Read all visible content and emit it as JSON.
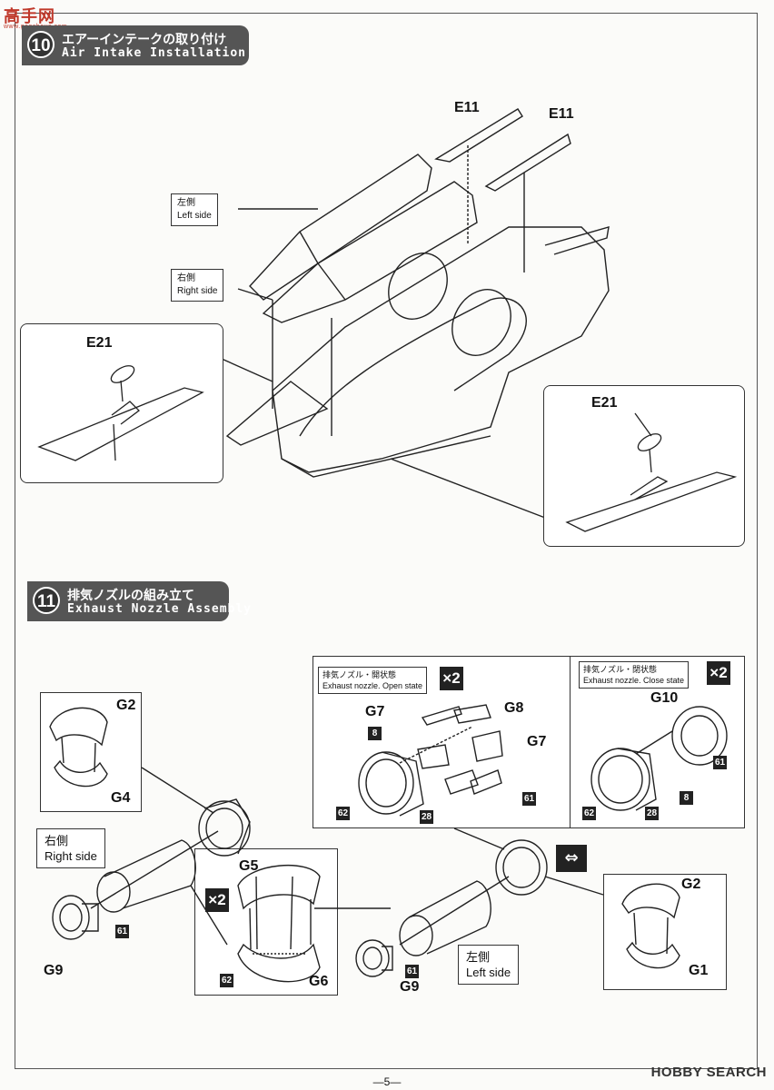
{
  "watermark": {
    "logo": "高手网",
    "sub": "www.gaoshous.com"
  },
  "step10": {
    "num": "10",
    "title_jp": "エアーインテークの取り付け",
    "title_en": "Air Intake Installation"
  },
  "step11": {
    "num": "11",
    "title_jp": "排気ノズルの組み立て",
    "title_en": "Exhaust Nozzle Assembly"
  },
  "intake": {
    "left_side": {
      "jp": "左側",
      "en": "Left side"
    },
    "right_side": {
      "jp": "右側",
      "en": "Right side"
    },
    "parts": {
      "e11_a": "E11",
      "e11_b": "E11",
      "e21_left": "E21",
      "e21_right": "E21"
    }
  },
  "nozzle": {
    "open_state": {
      "jp": "排気ノズル・開状態",
      "en": "Exhaust nozzle. Open state",
      "count": "×2"
    },
    "close_state": {
      "jp": "排気ノズル・閉状態",
      "en": "Exhaust nozzle. Close state",
      "count": "×2"
    },
    "open_parts": {
      "g7a": "G7",
      "g8": "G8",
      "g7b": "G7",
      "c8": "8",
      "c61": "61",
      "c62": "62",
      "c28": "28"
    },
    "close_parts": {
      "g10": "G10",
      "c61": "61",
      "c8": "8",
      "c62": "62",
      "c28": "28"
    },
    "right": {
      "jp": "右側",
      "en": "Right side",
      "g2": "G2",
      "g4": "G4",
      "g9": "G9",
      "c61": "61"
    },
    "left": {
      "jp": "左側",
      "en": "Left side",
      "g2": "G2",
      "g1": "G1",
      "g9": "G9",
      "c61": "61"
    },
    "inner": {
      "count": "×2",
      "g5": "G5",
      "g6": "G6",
      "c62": "62"
    },
    "swap_icon": "swap-arrows"
  },
  "footer": {
    "page": "—5—",
    "brand": "HOBBY SEARCH"
  }
}
